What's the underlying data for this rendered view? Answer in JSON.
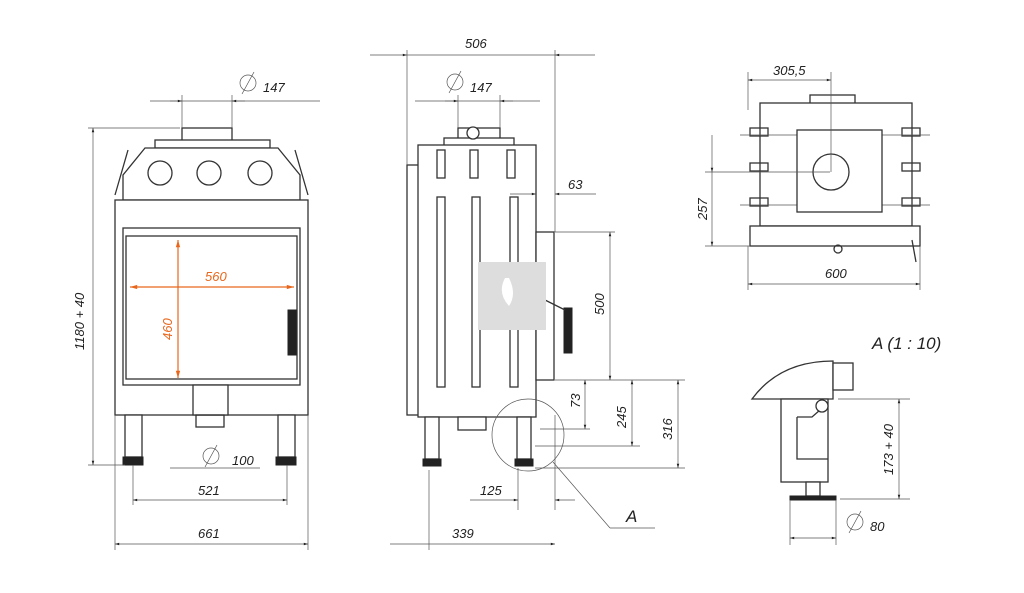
{
  "front_view": {
    "flue_diameter": "147",
    "height": "1180 + 40",
    "glass_width": "560",
    "glass_height": "460",
    "leg_diameter": "100",
    "leg_spacing": "521",
    "width": "661"
  },
  "side_view": {
    "depth": "506",
    "flue_diameter": "147",
    "door_offset": "63",
    "door_height": "500",
    "dim_73": "73",
    "dim_245": "245",
    "dim_316": "316",
    "leg_offset": "125",
    "dim_339": "339",
    "detail_label": "A"
  },
  "top_view": {
    "flue_offset": "305,5",
    "flue_center_depth": "257",
    "width": "600"
  },
  "detail_view": {
    "title": "A (1 : 10)",
    "leg_height": "173 + 40",
    "foot_diameter": "80"
  },
  "colors": {
    "accent": "#e8671c",
    "line": "#333333"
  }
}
